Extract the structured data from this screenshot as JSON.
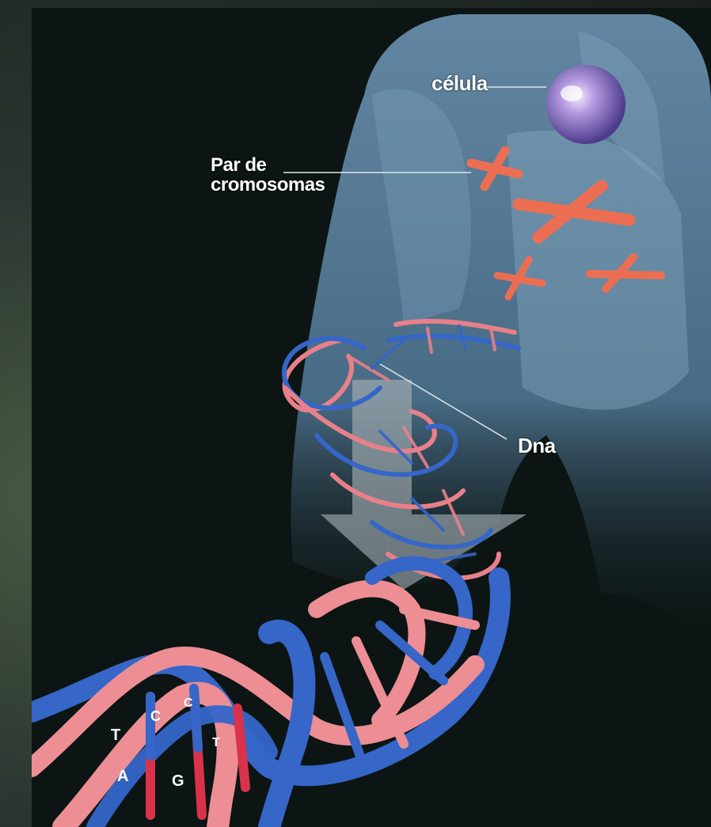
{
  "labels": {
    "cell": "célula",
    "chromosome_line1": "Par de",
    "chromosome_line2": "cromosomas",
    "dna": "Dna"
  },
  "dna_base_letters": [
    "T",
    "A",
    "C",
    "G",
    "C",
    "T"
  ],
  "colors": {
    "background": "#0c1513",
    "body": "#5f86a6",
    "chromosome": "#e86a50",
    "dna_blue": "#2f5fbf",
    "dna_red": "#e8808a",
    "cell": "#a794d6"
  }
}
